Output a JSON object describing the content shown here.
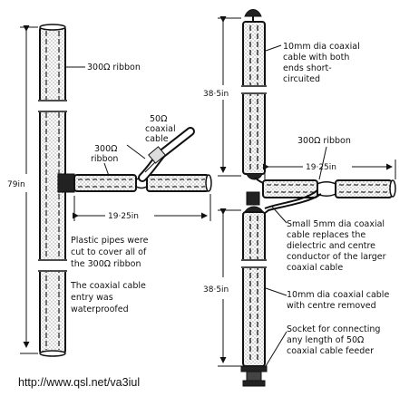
{
  "left": {
    "ribbon_label": "300Ω ribbon",
    "coax_label": [
      "50Ω",
      "coaxial",
      "cable"
    ],
    "tee_ribbon_label": [
      "300Ω",
      "ribbon"
    ],
    "height_dim": "79in",
    "width_dim": "19·25in",
    "note1": [
      "Plastic pipes were",
      "cut to cover all of",
      "the 300Ω ribbon"
    ],
    "note2": [
      "The coaxial cable",
      "entry was",
      "waterproofed"
    ]
  },
  "right": {
    "top_coax_note": [
      "10mm dia coaxial",
      "cable with both",
      "ends short-",
      "circuited"
    ],
    "ribbon_label": "300Ω ribbon",
    "upper_dim": "38·5in",
    "lower_dim": "38·5in",
    "width_dim": "19·25in",
    "small_coax_note": [
      "Small 5mm dia coaxial",
      "cable replaces the",
      "dielectric and centre",
      "conductor of the larger",
      "coaxial cable"
    ],
    "removed_note": [
      "10mm dia coaxial cable",
      "with centre removed"
    ],
    "socket_note": [
      "Socket for connecting",
      "any length of 50Ω",
      "coaxial cable feeder"
    ]
  },
  "url": "http://www.qsl.net/va3iul"
}
